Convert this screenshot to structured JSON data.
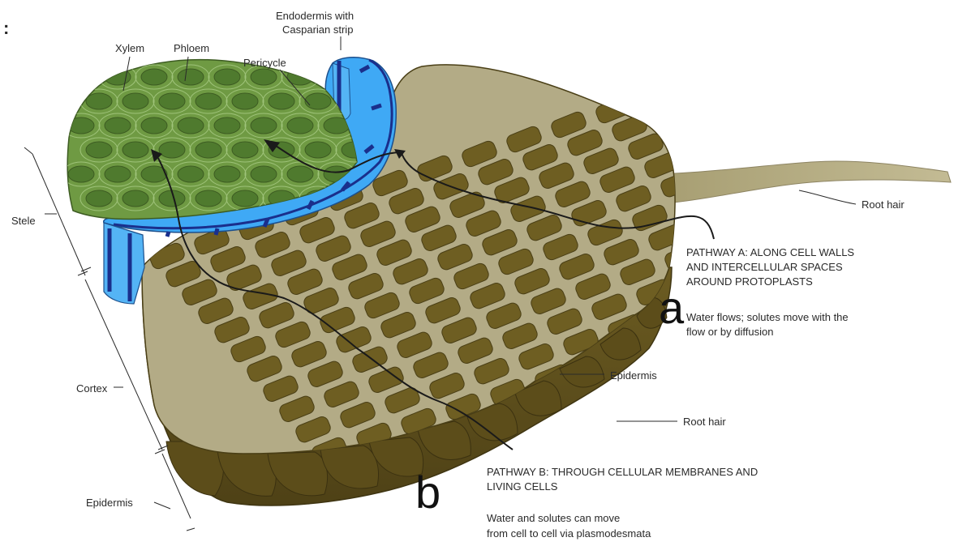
{
  "corner_mark": ":",
  "labels": {
    "xylem": "Xylem",
    "phloem": "Phloem",
    "pericycle": "Pericycle",
    "endodermis_line1": "Endodermis with",
    "endodermis_line2": "Casparian strip",
    "stele": "Stele",
    "cortex": "Cortex",
    "epidermis_left": "Epidermis",
    "epidermis_right": "Epidermis",
    "root_hair_top": "Root hair",
    "root_hair_bottom": "Root hair"
  },
  "pathway_a": {
    "title_line1": "PATHWAY A: ALONG CELL WALLS",
    "title_line2": "AND INTERCELLULAR SPACES",
    "title_line3": "AROUND PROTOPLASTS",
    "letter": "a",
    "desc_line1": "Water flows; solutes move with the",
    "desc_line2": "flow or by diffusion"
  },
  "pathway_b": {
    "title_line1": "PATHWAY B: THROUGH CELLULAR MEMBRANES AND",
    "title_line2": "LIVING CELLS",
    "letter": "b",
    "desc_line1": "Water and solutes can move",
    "desc_line2": "from cell to cell via plasmodesmata"
  },
  "colors": {
    "stele_green": "#6f9a43",
    "stele_dark": "#4f7a2e",
    "endodermis_blue": "#3fa9f5",
    "casparian_navy": "#1a2f8c",
    "cortex_wall": "#b3ab86",
    "cortex_cell": "#6e5e22",
    "cortex_side": "#5c4d1a"
  }
}
